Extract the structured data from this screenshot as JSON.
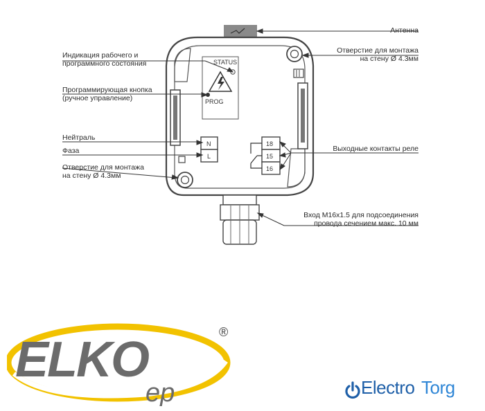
{
  "diagram": {
    "labels": {
      "antenna": "Антенна",
      "mount_hole_right_1": "Отверстие для монтажа",
      "mount_hole_right_2": "на стену Ø 4.3мм",
      "indication_1": "Индикация рабочего и",
      "indication_2": "программного состояния",
      "prog_button_1": "Программирующая кнопка",
      "prog_button_2": "(ручное управление)",
      "neutral": "Нейтраль",
      "phase": "Фаза",
      "mount_hole_left_1": "Отверстие для монтажа",
      "mount_hole_left_2": "на стену Ø 4.3мм",
      "relay_contacts": "Выходные контакты реле",
      "gland_1": "Вход M16x1.5 для подсоединения",
      "gland_2": "провода сечением макс. 10 мм"
    },
    "device": {
      "status": "STATUS",
      "prog": "PROG",
      "terminal_n": "N",
      "terminal_l": "L",
      "relay_18": "18",
      "relay_15": "15",
      "relay_16": "16"
    }
  },
  "logos": {
    "elko_main": "ELKO",
    "elko_sub": "ep",
    "registered": "®",
    "store_part1": "Electro",
    "store_part2": "Torg",
    "colors": {
      "elko_yellow": "#f2c200",
      "elko_gray": "#6b6b6b",
      "store_blue": "#1e5fa8"
    }
  }
}
